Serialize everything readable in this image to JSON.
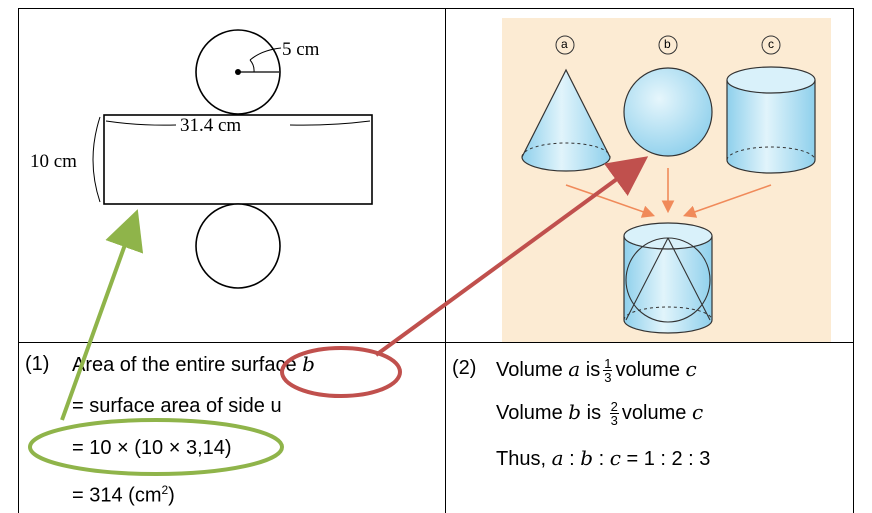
{
  "net": {
    "radius_label": "5 cm",
    "width_label": "31.4 cm",
    "height_label": "10 cm"
  },
  "solids": {
    "label_a": "a",
    "label_b": "b",
    "label_c": "c",
    "background_color": "#fcebd3",
    "solid_color": "#bfe6f6",
    "arrow_color": "#f08a5a"
  },
  "left_calc": {
    "item_number": "(1)",
    "line1_prefix": "Area of the entire surface",
    "line1_var": "b",
    "line2": "= surface area of  side u",
    "line3": "= 10 × (10 × 3,14)",
    "line4_prefix": "= 314 (cm",
    "line4_sup": "2",
    "line4_suffix": ")"
  },
  "right_calc": {
    "item_number": "(2)",
    "line1_word": "Volume",
    "line1_var": "a",
    "line1_is": "is",
    "line1_num": "1",
    "line1_den": "3",
    "line1_tail": "volume",
    "line1_tailvar": "c",
    "line2_word": "Volume",
    "line2_var": "b",
    "line2_is": "is",
    "line2_num": "2",
    "line2_den": "3",
    "line2_tail": "volume",
    "line2_tailvar": "c",
    "line3_prefix": "Thus,",
    "line3_a": "a",
    "line3_b": "b",
    "line3_c": "c",
    "line3_ratio": "= 1 : 2 : 3"
  },
  "annotations": {
    "green_color": "#8fb44a",
    "red_color": "#c0504d"
  }
}
